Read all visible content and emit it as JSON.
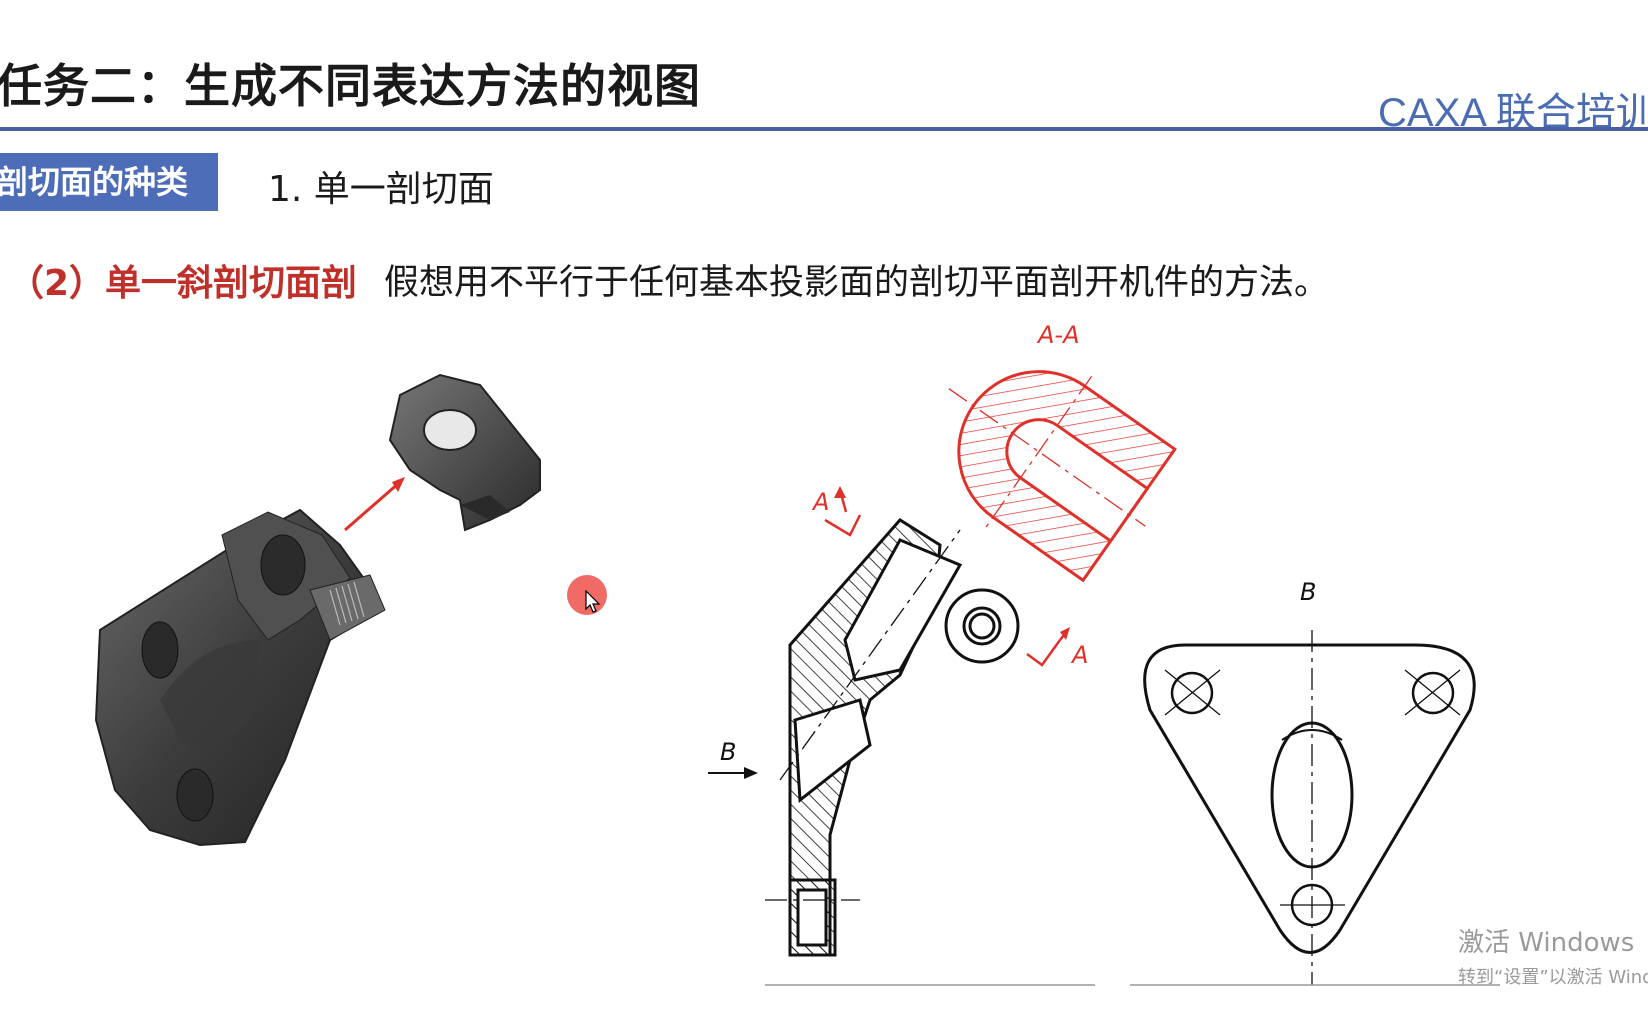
{
  "slide": {
    "title": "任务二：生成不同表达方法的视图",
    "brand": "CAXA 联合培训",
    "section_badge": "剖切面的种类",
    "section_item": "1. 单一剖切面",
    "sub_heading": "（2）单一斜剖切面剖",
    "description": "假想用不平行于任何基本投影面的剖切平面剖开机件的方法。"
  },
  "drawing_labels": {
    "section_title": "A-A",
    "cut_label_top": "A",
    "cut_label_right": "A",
    "view_arrow_label": "B",
    "view_title": "B"
  },
  "watermark": {
    "line1": "激活 Windows",
    "line2": "转到“设置”以激活 Windows。"
  },
  "colors": {
    "accent_blue": "#4e6db8",
    "rule_blue": "#4a5f9d",
    "heading_red": "#c0302a",
    "section_red": "#e0302a",
    "part_gray": "#4a4a4a",
    "cursor_red": "#ee5a55"
  },
  "icons": {
    "cursor": "mouse-pointer-icon"
  }
}
